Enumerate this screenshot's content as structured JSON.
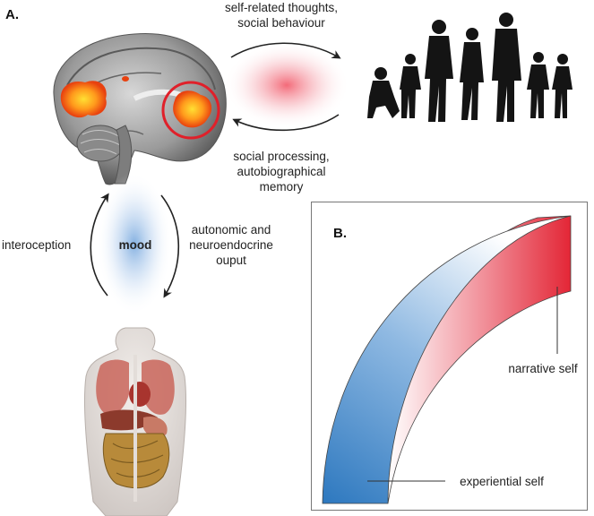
{
  "panels": {
    "a_label": "A.",
    "b_label": "B."
  },
  "labels": {
    "top_right_line1": "self-related thoughts,",
    "top_right_line2": "social behaviour",
    "bottom_line1": "social processing,",
    "bottom_line2": "autobiographical",
    "bottom_line3": "memory",
    "interoception": "interoception",
    "mood": "mood",
    "autonomic_line1": "autonomic and",
    "autonomic_line2": "neuroendocrine",
    "autonomic_line3": "ouput",
    "narrative_self": "narrative self",
    "experiential_self": "experiential self"
  },
  "colors": {
    "activation_core": "#ffe033",
    "activation_edge": "#e8410f",
    "highlight_circle": "#e0202a",
    "social_glow": "#f25a6a",
    "mood_glow": "#6fa3dc",
    "narrative_band": "#e32636",
    "experiential_band": "#2d78bf",
    "silhouette": "#141414"
  }
}
